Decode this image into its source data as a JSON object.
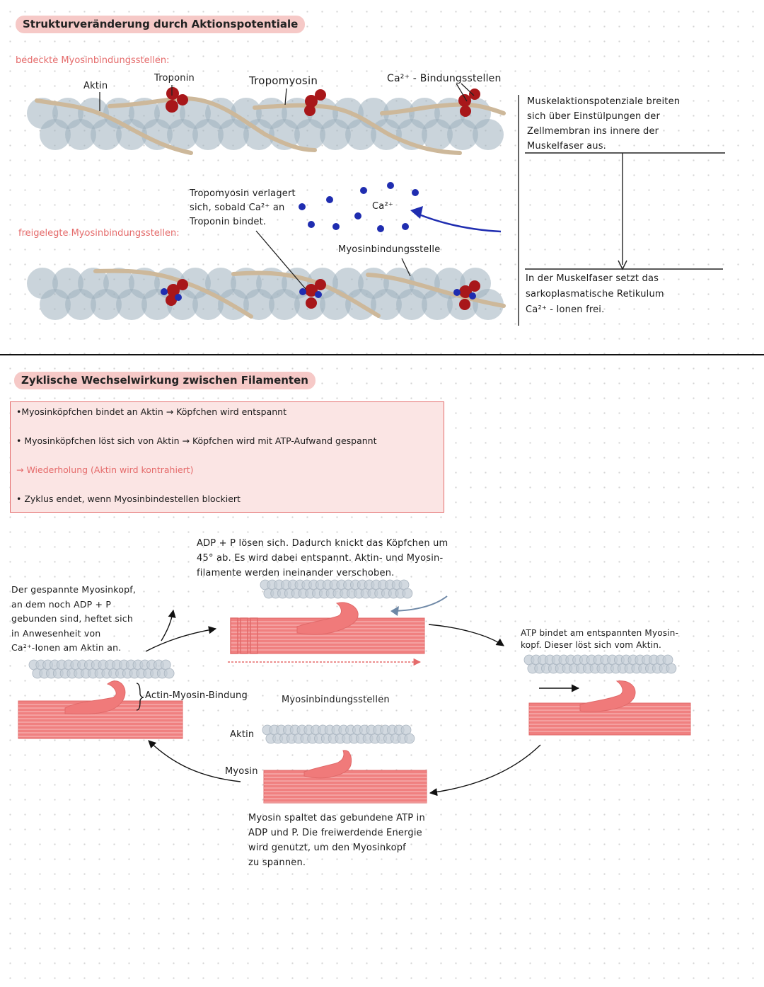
{
  "section1": {
    "title": "Strukturveränderung durch Aktionspotentiale",
    "covered_label": "bedeckte Myosinbindungsstellen:",
    "labels": {
      "aktin": "Aktin",
      "troponin": "Troponin",
      "tropomyosin": "Tropomyosin",
      "ca_binding": "Ca²⁺ - Bindungsstellen"
    },
    "shift_note": [
      "Tropomyosin verlagert",
      "sich, sobald Ca²⁺ an",
      "Troponin bindet."
    ],
    "ca_label": "Ca²⁺",
    "exposed_label": "freigelegte Myosinbindungsstellen:",
    "binding_site_label": "Myosinbindungsstelle",
    "side_top": [
      "Muskelaktionspotenziale breiten",
      "sich über Einstülpungen der",
      "Zellmembran ins innere der",
      "Muskelfaser aus."
    ],
    "side_bottom": [
      "In der Muskelfaser setzt das",
      "sarkoplasmatische Retikulum",
      "Ca²⁺ - Ionen frei."
    ]
  },
  "section2": {
    "title": "Zyklische Wechselwirkung zwischen Filamenten",
    "bullets": [
      "•Myosinköpfchen bindet an Aktin → Köpfchen wird entspannt",
      "• Myosinköpfchen löst sich von Aktin → Köpfchen wird mit ATP-Aufwand gespannt",
      "→ Wiederholung (Aktin wird kontrahiert)",
      "• Zyklus endet, wenn Myosinbindestellen blockiert"
    ],
    "top_note": [
      "ADP + P lösen sich. Dadurch knickt das Köpfchen um",
      "45° ab. Es wird dabei entspannt. Aktin- und Myosin-",
      "filamente werden ineinander verschoben."
    ],
    "left_note": [
      "Der gespannte Myosinkopf,",
      "an dem noch ADP + P",
      "gebunden sind, heftet sich",
      "in Anwesenheit von",
      "Ca²⁺-Ionen am Aktin an."
    ],
    "right_note": [
      "ATP bindet am entspannten Myosin-",
      "kopf. Dieser löst sich vom Aktin."
    ],
    "actin_myosin_binding": "Actin-Myosin-Bindung",
    "binding_sites": "Myosinbindungsstellen",
    "aktin": "Aktin",
    "myosin": "Myosin",
    "bottom_note": [
      "Myosin spaltet das gebundene ATP in",
      "ADP und P. Die freiwerdende Energie",
      "wird genutzt, um den Myosinkopf",
      "zu spannen."
    ]
  },
  "colors": {
    "actin": "#9fb0bd",
    "tropomyosin": "#cdb89a",
    "troponin": "#a8171a",
    "calcium": "#1f2db0",
    "myosin": "#f08080",
    "title_bg": "#f6c9c7",
    "accent_pink": "#e56b6b"
  }
}
